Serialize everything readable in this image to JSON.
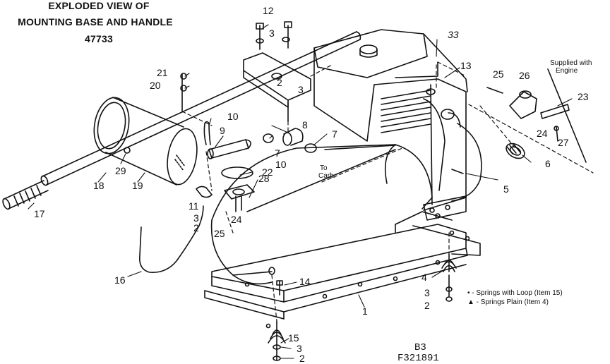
{
  "title": {
    "line1": "EXPLODED VIEW OF",
    "line2": "MOUNTING BASE AND HANDLE",
    "line3": "47733"
  },
  "callouts": {
    "c12": "12",
    "c3a": "3",
    "c33": "33",
    "c13": "13",
    "c21": "21",
    "c20": "20",
    "c2a": "2",
    "c3b": "3",
    "c25a": "25",
    "c26": "26",
    "c23": "23",
    "c10a": "10",
    "c9": "9",
    "c8": "8",
    "c7a": "7",
    "c7b": "7",
    "c10b": "10",
    "c24a": "24",
    "c27": "27",
    "c6": "6",
    "c29": "29",
    "c18": "18",
    "c19": "19",
    "c22": "22",
    "c28": "28",
    "c5": "5",
    "c17": "17",
    "c11": "11",
    "c3c": "3",
    "c2b": "2",
    "c25b": "25",
    "c24b": "24",
    "c16": "16",
    "c14": "14",
    "c4": "4",
    "c3d": "3",
    "c2c": "2",
    "c1": "1",
    "c15": "15",
    "c3e": "3",
    "c2d": "2"
  },
  "notes": {
    "supplied_line1": "Supplied with",
    "supplied_line2": "Engine",
    "to": "To",
    "carb": "Carb."
  },
  "legend": {
    "loop": "• - Springs with Loop (Item 15)",
    "plain": "▲ - Springs Plain (Item 4)"
  },
  "footer": {
    "code1": "B3",
    "code2": "F321891"
  }
}
